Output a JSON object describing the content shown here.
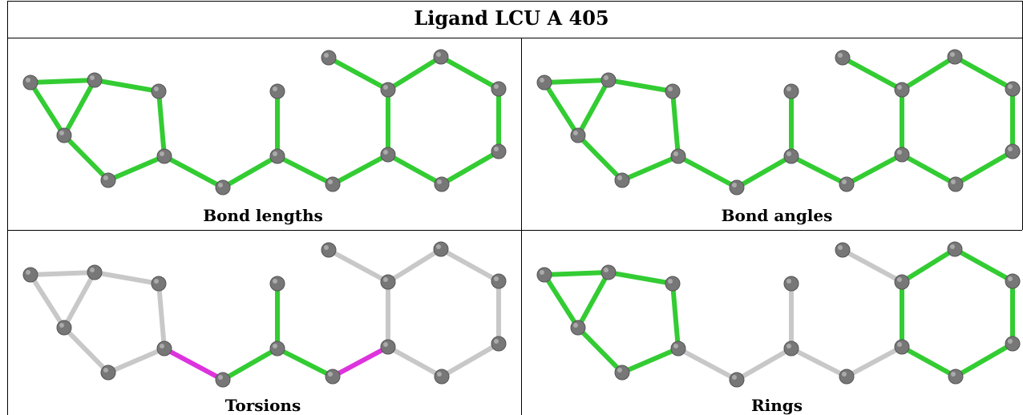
{
  "title": "Ligand LCU A 405",
  "panels": [
    {
      "caption": "Bond lengths",
      "highlight": "all"
    },
    {
      "caption": "Bond angles",
      "highlight": "all"
    },
    {
      "caption": "Torsions",
      "highlight": "torsions"
    },
    {
      "caption": "Rings",
      "highlight": "rings"
    }
  ],
  "colors": {
    "green": "#33cc33",
    "magenta": "#dd33dd",
    "gray_bond": "#c8c8c8",
    "atom": "#777777",
    "atom_highlight": "#aaaaaa"
  }
}
